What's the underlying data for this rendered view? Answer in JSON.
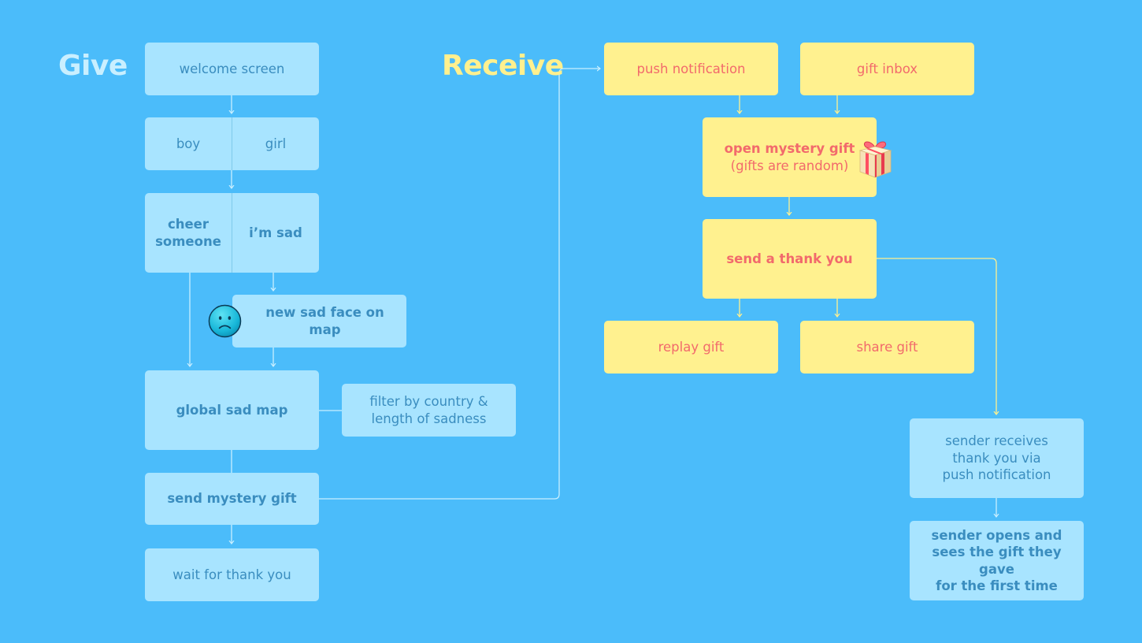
{
  "titles": {
    "give": "Give",
    "receive": "Receive"
  },
  "colors": {
    "background": "#4bbcfa",
    "give_box": "#a8e4ff",
    "give_text": "#3a8dbf",
    "receive_box": "#fff18f",
    "receive_text": "#f26a6c",
    "give_connector": "#c9efff",
    "receive_connector": "#fff08e"
  },
  "give": {
    "welcome": "welcome screen",
    "gender": {
      "left": "boy",
      "right": "girl"
    },
    "mode": {
      "left": "cheer\nsomeone",
      "right": "i’m sad"
    },
    "sad_face": "new sad face on map",
    "global_map": "global sad map",
    "filter": "filter by country &\nlength of sadness",
    "send_gift": "send mystery gift",
    "wait": "wait for thank you"
  },
  "receive": {
    "push": "push notification",
    "inbox": "gift inbox",
    "open_gift_title": "open mystery gift",
    "open_gift_sub": "(gifts are random)",
    "thank_you": "send a thank you",
    "replay": "replay gift",
    "share": "share gift",
    "sender_receives": "sender receives\nthank you via\npush notification",
    "sender_opens": "sender opens and\nsees the gift they gave\nfor the first time"
  },
  "icons": {
    "sad_face": "sad-face-icon",
    "gift": "gift-box-icon"
  }
}
